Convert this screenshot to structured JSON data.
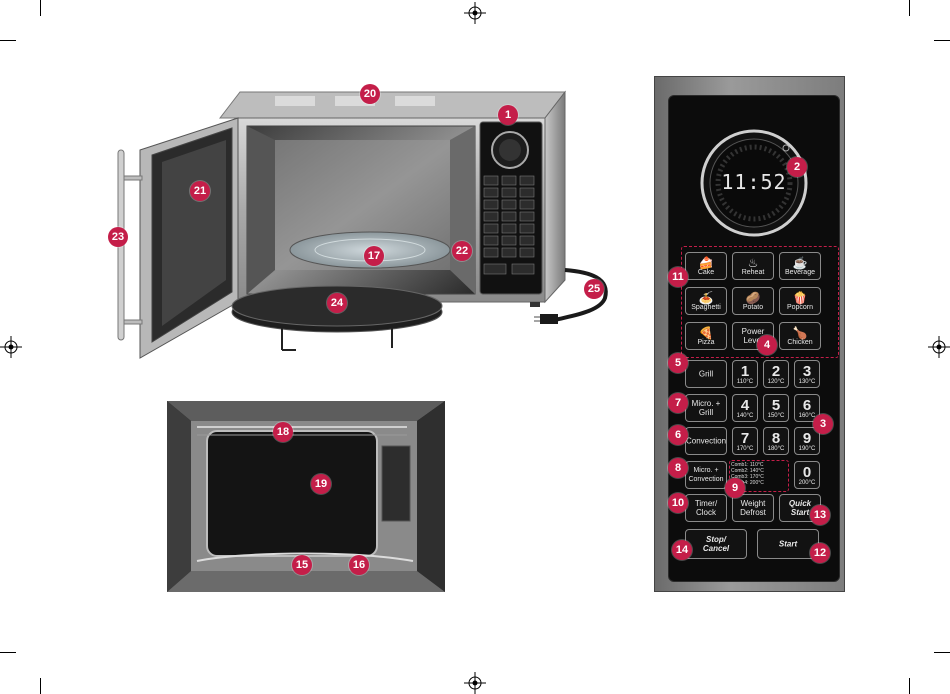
{
  "callouts": {
    "c1": "1",
    "c2": "2",
    "c3": "3",
    "c4": "4",
    "c5": "5",
    "c6": "6",
    "c7": "7",
    "c8": "8",
    "c9": "9",
    "c10": "10",
    "c11": "11",
    "c12": "12",
    "c13": "13",
    "c14": "14",
    "c15": "15",
    "c16": "16",
    "c17": "17",
    "c18": "18",
    "c19": "19",
    "c20": "20",
    "c21": "21",
    "c22": "22",
    "c23": "23",
    "c24": "24",
    "c25": "25"
  },
  "panel": {
    "display": "11:52",
    "auto_menu": [
      {
        "label": "Cake",
        "icon": "cake-icon"
      },
      {
        "label": "Reheat",
        "icon": "reheat-icon"
      },
      {
        "label": "Beverage",
        "icon": "beverage-icon"
      },
      {
        "label": "Spaghetti",
        "icon": "spaghetti-icon"
      },
      {
        "label": "Potato",
        "icon": "potato-icon"
      },
      {
        "label": "Popcorn",
        "icon": "popcorn-icon"
      },
      {
        "label": "Pizza",
        "icon": "pizza-icon"
      },
      {
        "label": "Power Level",
        "icon": ""
      },
      {
        "label": "Chicken",
        "icon": "chicken-icon"
      }
    ],
    "grill": "Grill",
    "micro_grill": "Micro. + Grill",
    "convection": "Convection",
    "micro_convection": "Micro. + Convection",
    "numbers": [
      {
        "n": "1",
        "t": "110°C"
      },
      {
        "n": "2",
        "t": "120°C"
      },
      {
        "n": "3",
        "t": "130°C"
      },
      {
        "n": "4",
        "t": "140°C"
      },
      {
        "n": "5",
        "t": "150°C"
      },
      {
        "n": "6",
        "t": "160°C"
      },
      {
        "n": "7",
        "t": "170°C"
      },
      {
        "n": "8",
        "t": "180°C"
      },
      {
        "n": "9",
        "t": "190°C"
      },
      {
        "n": "0",
        "t": "200°C"
      }
    ],
    "combos": [
      "Comb1: 110°C",
      "Comb2: 140°C",
      "Comb3: 170°C",
      "Comb4: 200°C"
    ],
    "timer_clock": "Timer/ Clock",
    "weight_defrost": "Weight Defrost",
    "quick_start": "Quick Start",
    "stop_cancel": "Stop/ Cancel",
    "start": "Start"
  }
}
